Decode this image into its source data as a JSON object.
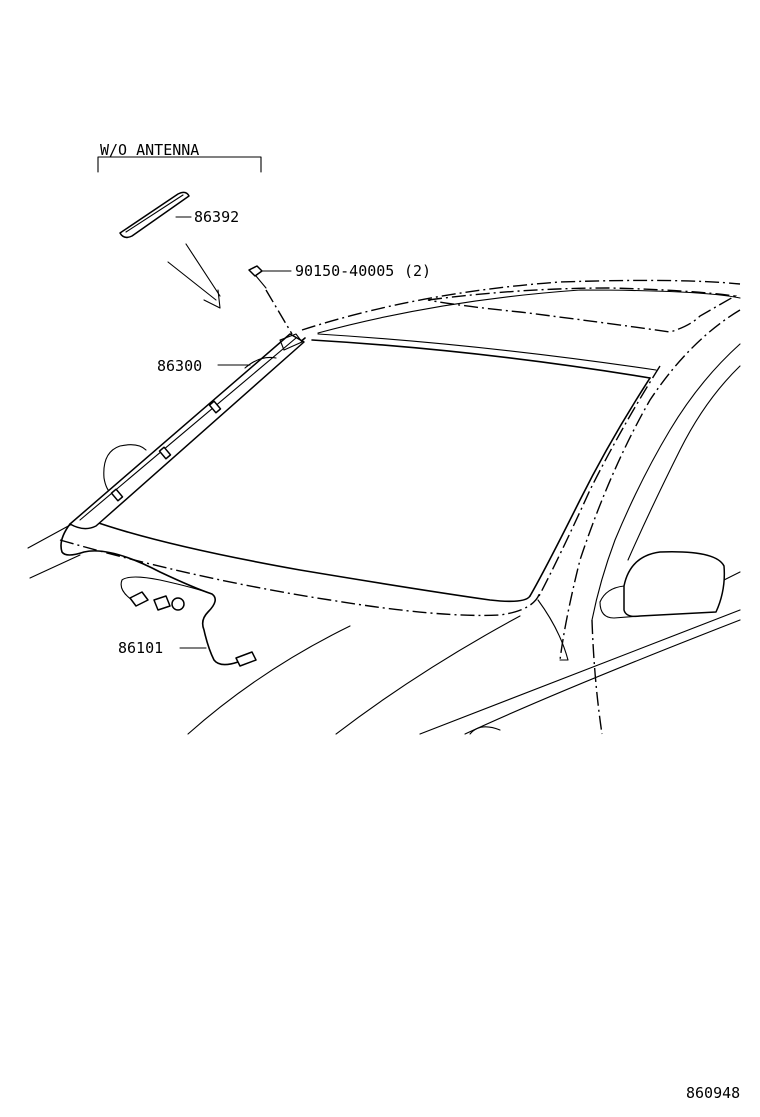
{
  "variant_label": "W/O ANTENNA",
  "parts": [
    {
      "id": "molding",
      "number": "86392"
    },
    {
      "id": "screw",
      "number": "90150-40005",
      "quantity": "(2)"
    },
    {
      "id": "antenna",
      "number": "86300"
    },
    {
      "id": "cord",
      "number": "86101"
    }
  ],
  "diagram_id": "860948"
}
